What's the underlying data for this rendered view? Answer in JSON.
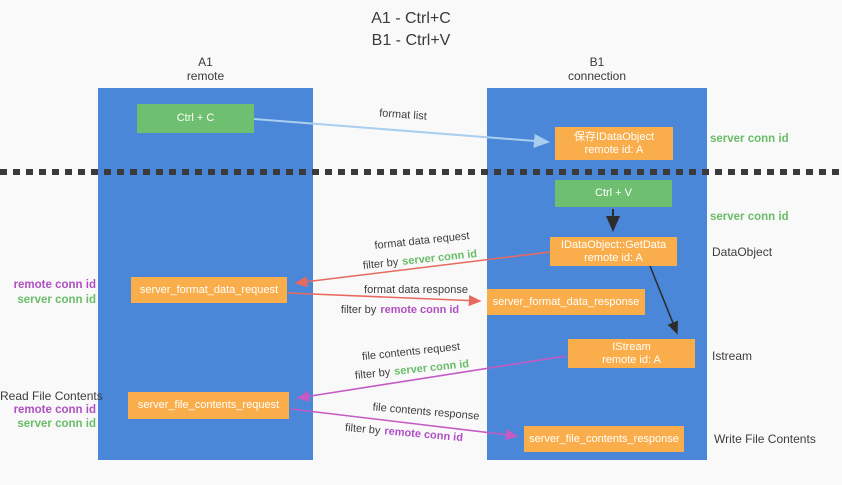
{
  "title": {
    "line1": "A1 - Ctrl+C",
    "line2": "B1 - Ctrl+V"
  },
  "lifelines": {
    "left": {
      "name": "A1",
      "role": "remote"
    },
    "right": {
      "name": "B1",
      "role": "connection"
    }
  },
  "boxes": {
    "ctrl_c": "Ctrl + C",
    "ctrl_v": "Ctrl + V",
    "save_dataobject": {
      "line1": "保存IDataObject",
      "line2": "remote id: A"
    },
    "getdata": {
      "line1": "IDataObject::GetData",
      "line2": "remote id: A"
    },
    "format_request": "server_format_data_request",
    "format_response": "server_format_data_response",
    "istream": {
      "line1": "IStream",
      "line2": "remote id: A"
    },
    "file_request": "server_file_contents_request",
    "file_response": "server_file_contents_response"
  },
  "arrow_labels": {
    "format_list": "format list",
    "format_data_request": "format data request",
    "format_data_response": "format data response",
    "file_contents_request": "file contents request",
    "file_contents_response": "file contents response",
    "filter_by": "filter by",
    "server_conn_id": "server conn id",
    "remote_conn_id": "remote conn id"
  },
  "side_labels": {
    "server_conn_id_top": "server conn id",
    "server_conn_id_mid": "server conn id",
    "dataobject": "DataObject",
    "istream": "Istream",
    "write_file_contents": "Write File Contents",
    "read_file_contents": "Read File Contents",
    "remote_conn_id": "remote conn id",
    "server_conn_id": "server conn id"
  },
  "colors": {
    "lifeline_blue": "#4b87d9",
    "box_orange": "#f9ae4b",
    "box_green": "#6fbf70",
    "green_text": "#69bd68",
    "purple_text": "#b04fc3",
    "dark_text": "#3d3d3d",
    "arrow_blue": "#a9ceee",
    "arrow_red": "#e86a5e",
    "arrow_magenta": "#c45ac4",
    "arrow_black": "#2d2d2d",
    "background": "#f9f9f9"
  }
}
